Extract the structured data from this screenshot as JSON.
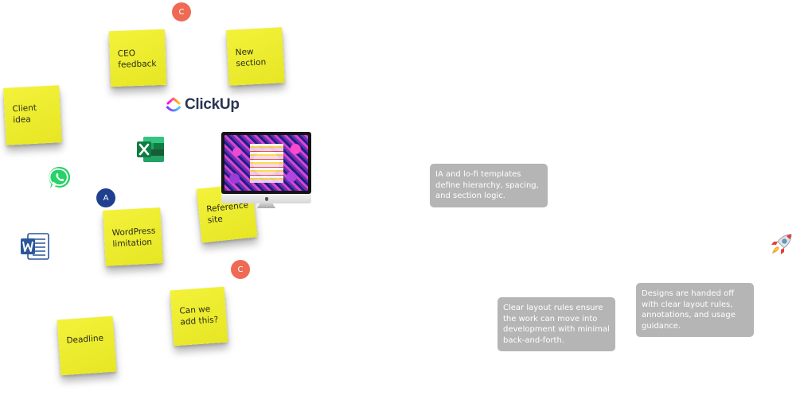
{
  "notes": [
    {
      "id": "ceo",
      "text": "CEO\nfeedback"
    },
    {
      "id": "new-section",
      "text": "New\nsection"
    },
    {
      "id": "client-idea",
      "text": "Client idea"
    },
    {
      "id": "reference-site",
      "text": "Reference\nsite"
    },
    {
      "id": "wordpress",
      "text": "WordPress\nlimitation"
    },
    {
      "id": "add-this",
      "text": "Can we\nadd this?"
    },
    {
      "id": "deadline",
      "text": "Deadline"
    }
  ],
  "badges": [
    "C",
    "A",
    "C"
  ],
  "logos": {
    "clickup": "ClickUp",
    "excel_icon": "excel-icon",
    "whatsapp_icon": "whatsapp-icon",
    "word_icon": "word-icon",
    "rocket_icon": "rocket-icon"
  },
  "callouts": [
    "IA and lo-fi templates define hierarchy, spacing, and section logic.",
    "Clear layout rules ensure the work can move into development with minimal back-and-forth.",
    "Designs are handed off with clear layout rules, annotations, and usage guidance."
  ],
  "colors": {
    "sticky": "#ecec2a",
    "badge_c": "#ee6a55",
    "badge_a": "#1f3f8f",
    "callout": "#b5b5b5"
  }
}
